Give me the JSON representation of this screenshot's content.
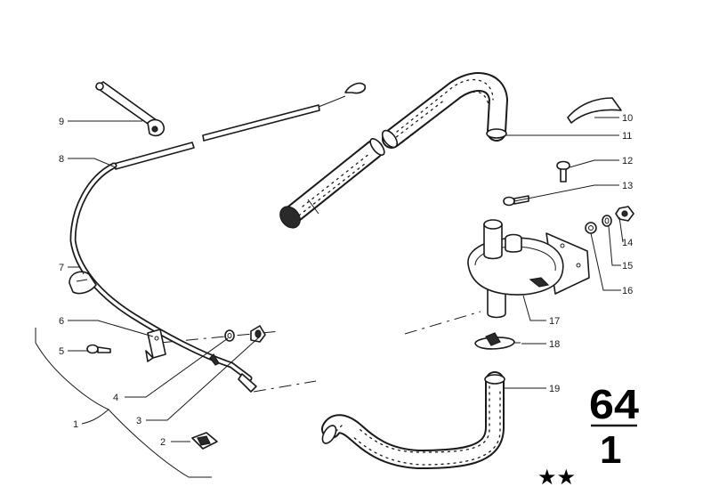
{
  "diagram": {
    "callouts": [
      "1",
      "2",
      "3",
      "4",
      "5",
      "6",
      "7",
      "8",
      "9",
      "10",
      "11",
      "12",
      "13",
      "14",
      "15",
      "16",
      "17",
      "18",
      "19"
    ],
    "group_number": "64",
    "sub_number": "1",
    "stars": "★★"
  }
}
